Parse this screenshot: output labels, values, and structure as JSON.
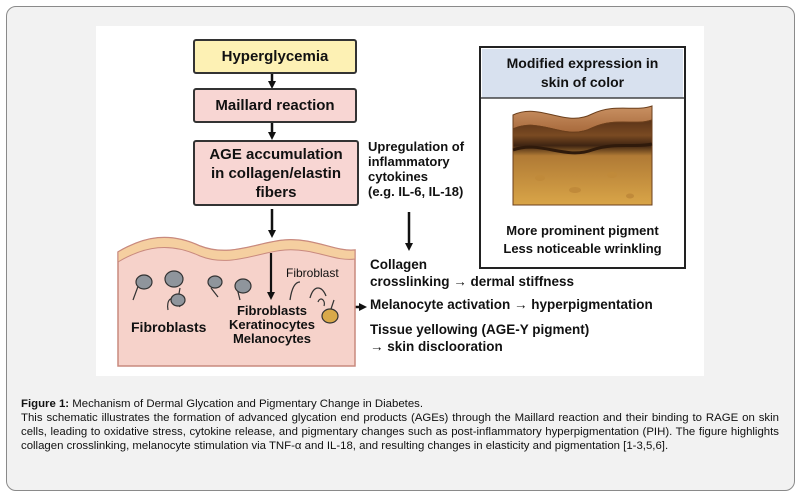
{
  "diagram": {
    "steps": [
      "Hyperglycemia",
      "Maillard reaction",
      "AGE accumulation in collagen/elastin fibers"
    ],
    "cytokines_label": [
      "Upregulation of",
      "inflammatory",
      "cytokines",
      "(e.g. IL-6, IL-18)"
    ],
    "skin_cells": {
      "fibroblasts": "Fibroblasts",
      "fibroblast": "Fibroblast",
      "cell_list": [
        "Fibroblasts",
        "Keratinocytes",
        "Melanocytes"
      ]
    },
    "outcomes": {
      "collagen": [
        "Collagen",
        "crosslinking → dermal stiffness"
      ],
      "melanocyte": "Melanocyte activation → hyperpigmentation",
      "tissue": [
        "Tissue yellowing (AGE-Y pigment)",
        "→ skin disclooration"
      ]
    },
    "skin_of_color": {
      "title": [
        "Modified expression in",
        "skin of color"
      ],
      "notes": [
        "More prominent pigment",
        "Less noticeable wrinkling"
      ]
    }
  },
  "caption": {
    "label": "Figure 1:",
    "title": " Mechanism of Dermal Glycation and Pigmentary Change in Diabetes.",
    "body": "This schematic illustrates the formation of advanced glycation end products (AGEs) through the Maillard reaction and their binding to RAGE on skin cells, leading to oxidative stress, cytokine release, and pigmentary changes such as post-inflammatory hyperpigmentation (PIH). The figure highlights collagen crosslinking, melanocyte stimulation via TNF-α and IL-18, and resulting changes in elasticity and pigmentation [1-3,5,6]."
  },
  "colors": {
    "yellow_box": "#fdf1b4",
    "pink_box": "#f8d6d3",
    "skin_tissue": "#f6d2ca",
    "panel_bg": "#f2f2f2"
  }
}
